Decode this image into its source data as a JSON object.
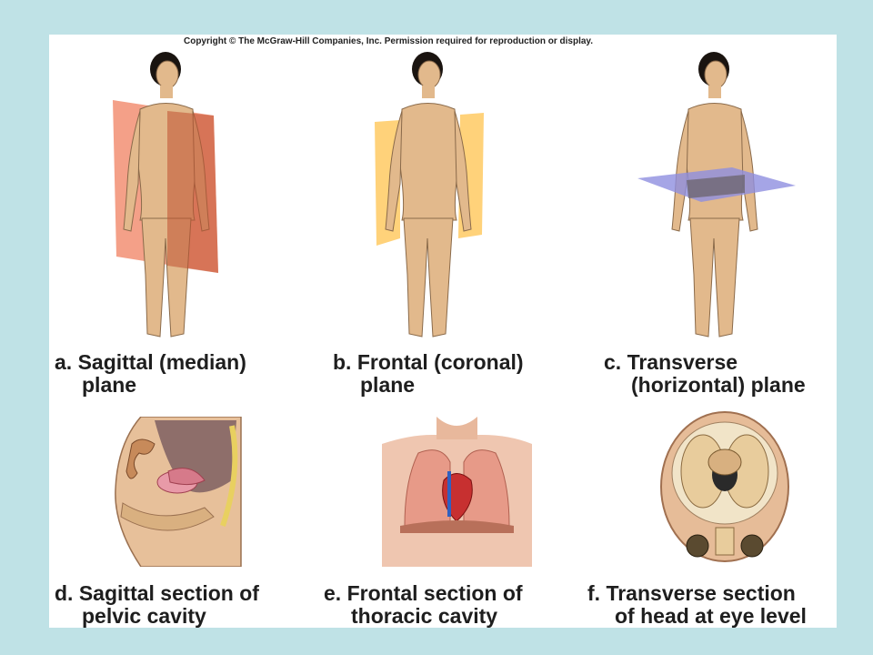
{
  "copyright": "Copyright © The McGraw-Hill Companies, Inc. Permission required for reproduction or display.",
  "planes": [
    {
      "letter": "a.",
      "line1": "Sagittal (median)",
      "line2": "plane",
      "color": "#f08060"
    },
    {
      "letter": "b.",
      "line1": "Frontal (coronal)",
      "line2": "plane",
      "color": "#ffd27a"
    },
    {
      "letter": "c.",
      "line1": "Transverse",
      "line2": "(horizontal) plane",
      "color": "#8f8fe0"
    }
  ],
  "sections": [
    {
      "letter": "d.",
      "line1": "Sagittal section of",
      "line2": "pelvic cavity"
    },
    {
      "letter": "e.",
      "line1": "Frontal section of",
      "line2": "thoracic cavity"
    },
    {
      "letter": "f.",
      "line1": "Transverse section",
      "line2": "of head at eye level"
    }
  ],
  "colors": {
    "background": "#bfe2e6",
    "skin": "#e2b98c",
    "hair": "#1a1410"
  }
}
